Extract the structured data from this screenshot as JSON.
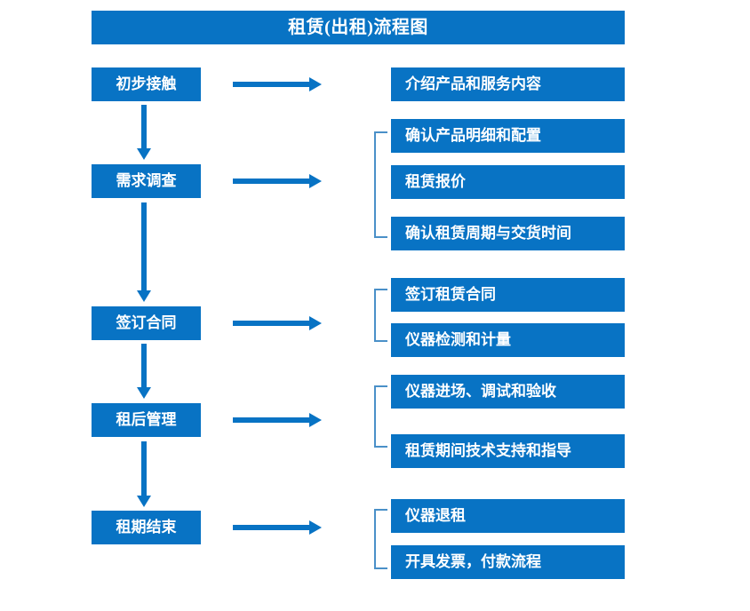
{
  "title": "租赁(出租)流程图",
  "colors": {
    "box_blue": "#0873c4",
    "arrow_blue": "#0873c4",
    "bracket_blue": "#4a90c8",
    "text_white": "#ffffff",
    "background": "#ffffff"
  },
  "stages": [
    {
      "label": "初步接触"
    },
    {
      "label": "需求调查"
    },
    {
      "label": "签订合同"
    },
    {
      "label": "租后管理"
    },
    {
      "label": "租期结束"
    }
  ],
  "details": [
    {
      "label": "介绍产品和服务内容"
    },
    {
      "label": "确认产品明细和配置"
    },
    {
      "label": "租赁报价"
    },
    {
      "label": "确认租赁周期与交货时间"
    },
    {
      "label": "签订租赁合同"
    },
    {
      "label": "仪器检测和计量"
    },
    {
      "label": "仪器进场、调试和验收"
    },
    {
      "label": "租赁期间技术支持和指导"
    },
    {
      "label": "仪器退租"
    },
    {
      "label": "开具发票，付款流程"
    }
  ],
  "connectors": {
    "horizontal_arrow_count": 5,
    "vertical_arrow_count": 4,
    "bracket_count": 4
  },
  "chart_data": {
    "type": "table",
    "title": "租赁(出租)流程图",
    "categories": [
      "初步接触",
      "需求调查",
      "签订合同",
      "租后管理",
      "租期结束"
    ],
    "series": [
      {
        "name": "初步接触",
        "values": [
          "介绍产品和服务内容"
        ]
      },
      {
        "name": "需求调查",
        "values": [
          "确认产品明细和配置",
          "租赁报价",
          "确认租赁周期与交货时间"
        ]
      },
      {
        "name": "签订合同",
        "values": [
          "签订租赁合同",
          "仪器检测和计量"
        ]
      },
      {
        "name": "租后管理",
        "values": [
          "仪器进场、调试和验收",
          "租赁期间技术支持和指导"
        ]
      },
      {
        "name": "租期结束",
        "values": [
          "仪器退租",
          "开具发票，付款流程"
        ]
      }
    ]
  }
}
